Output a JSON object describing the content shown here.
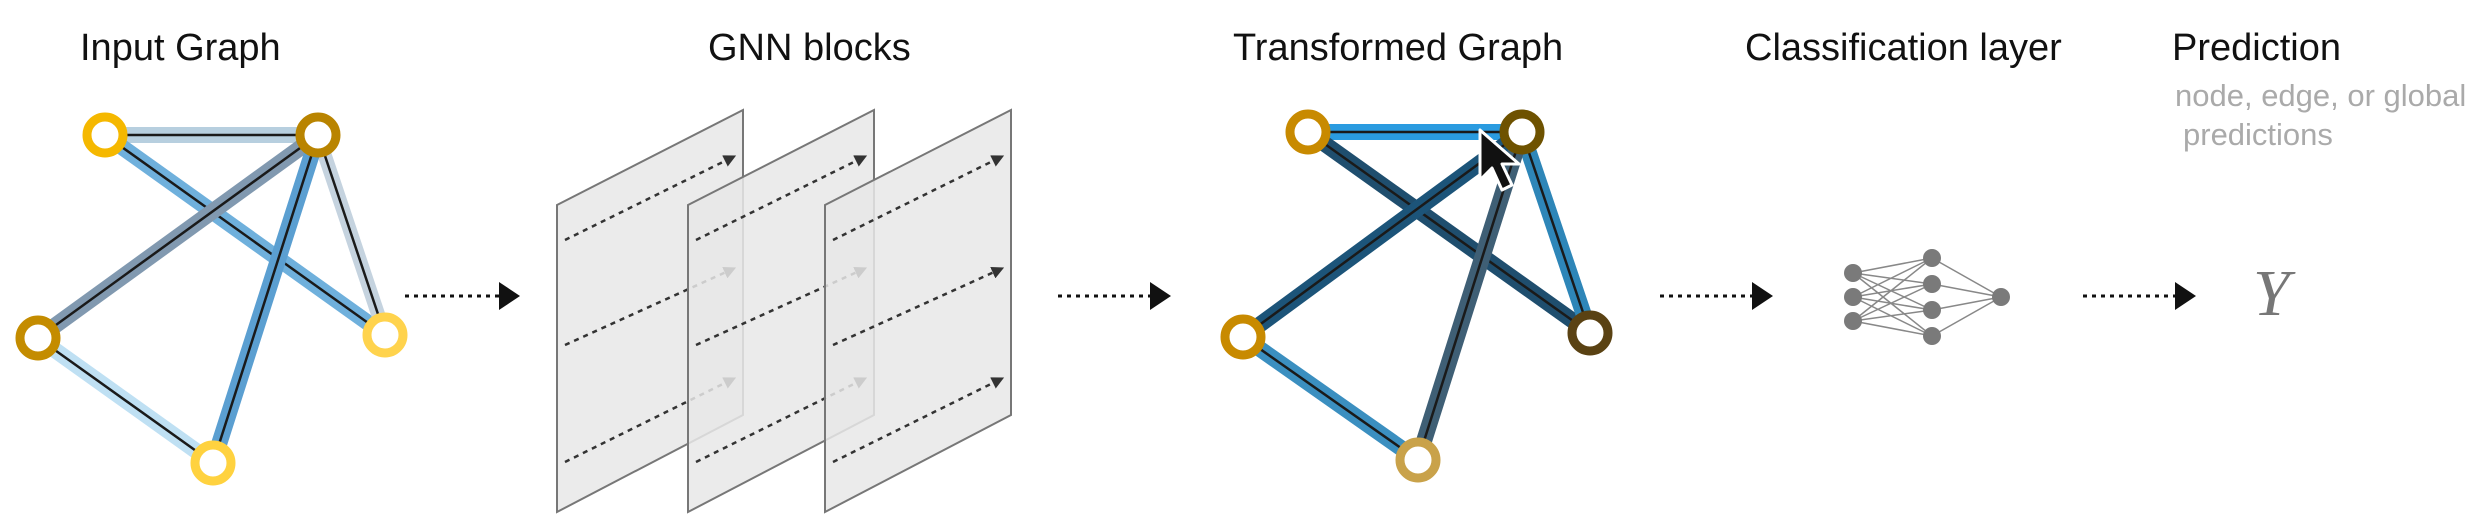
{
  "titles": {
    "input_graph": "Input Graph",
    "gnn_blocks": "GNN blocks",
    "transformed_graph": "Transformed Graph",
    "classification_layer": "Classification layer",
    "prediction": "Prediction"
  },
  "prediction": {
    "subtitle_line1": "node, edge, or global",
    "subtitle_line2": "predictions",
    "output_symbol": "Y"
  },
  "gnn_block_count": 3,
  "classifier_layers": [
    3,
    4,
    1
  ],
  "colors": {
    "node_gold": "#f5b800",
    "node_dark_gold": "#c88a00",
    "node_light_gold": "#ffd23f",
    "edge_blue": "#5b9fd1",
    "edge_light_blue": "#b6dcf2",
    "edge_bright_blue": "#2a9be0",
    "edge_dark_navy": "#1f4e6e",
    "plane_fill": "#e6e6e6",
    "arrow": "#111111"
  }
}
